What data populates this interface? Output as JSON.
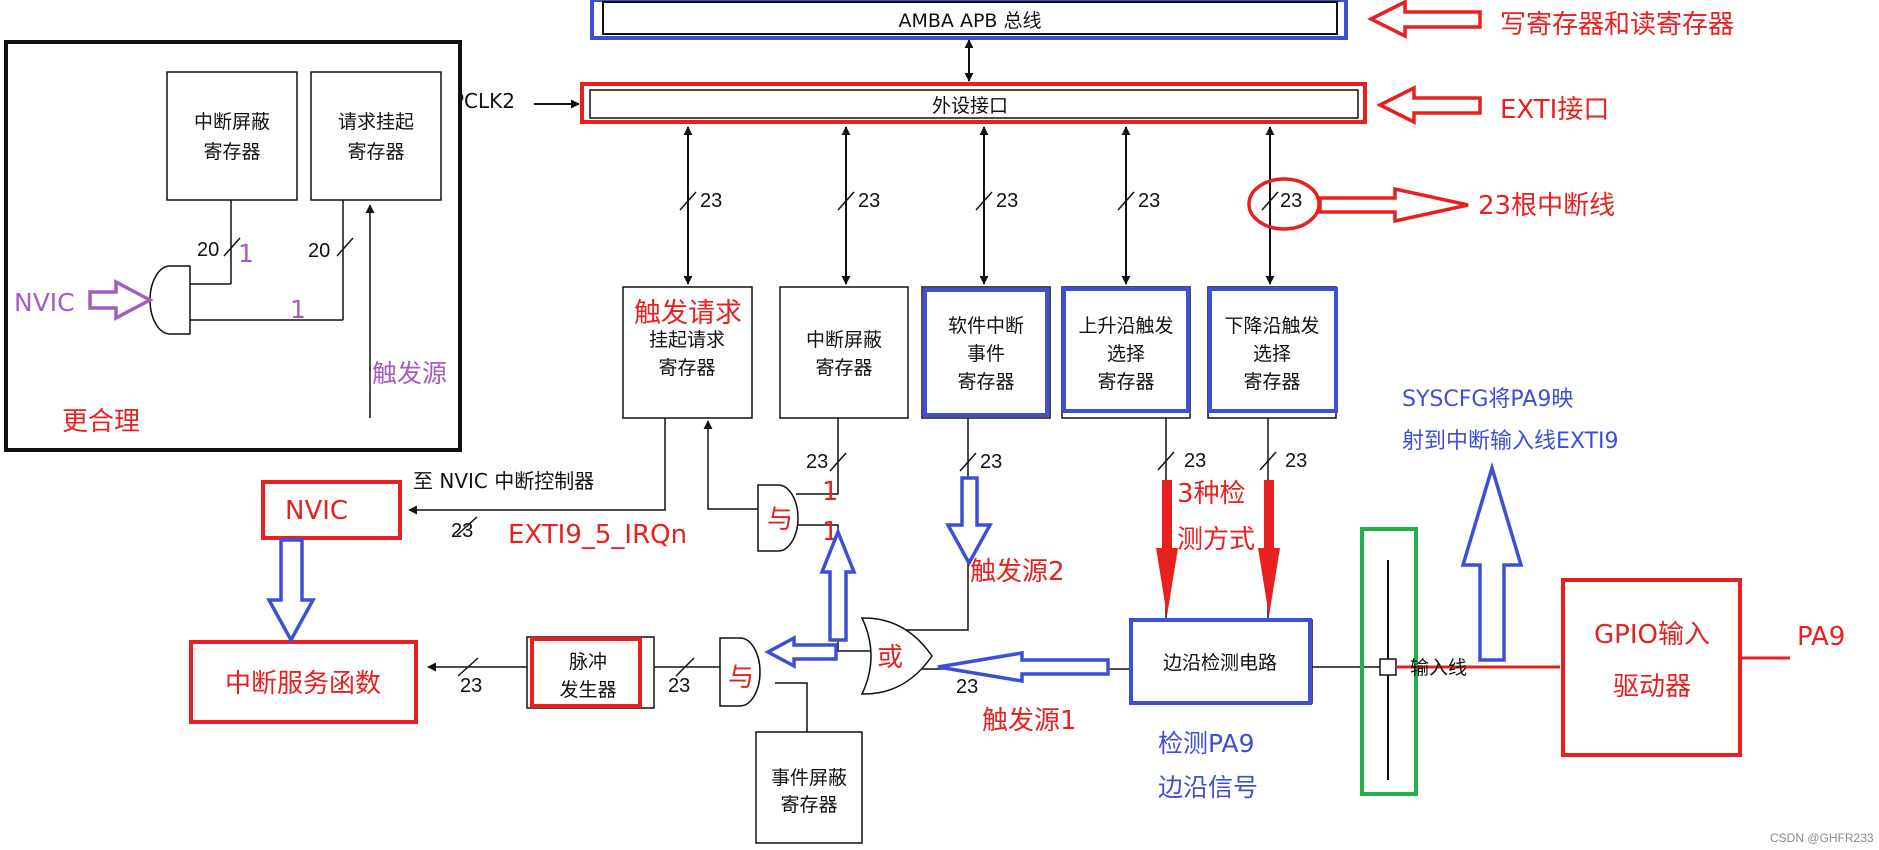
{
  "blocks": {
    "amba": "AMBA APB 总线",
    "peripheral": "外设接口",
    "pclk": "PCLK2",
    "pending_l1": "挂起请求",
    "pending_l2": "寄存器",
    "irq_mask_l1": "中断屏蔽",
    "irq_mask_l2": "寄存器",
    "swi_l1": "软件中断",
    "swi_l2": "事件",
    "swi_l3": "寄存器",
    "rising_l1": "上升沿触发",
    "rising_l2": "选择",
    "rising_l3": "寄存器",
    "falling_l1": "下降沿触发",
    "falling_l2": "选择",
    "falling_l3": "寄存器",
    "to_nvic": "至 NVIC 中断控制器",
    "pulse_l1": "脉冲",
    "pulse_l2": "发生器",
    "event_mask_l1": "事件屏蔽",
    "event_mask_l2": "寄存器",
    "edge_detect": "边沿检测电路",
    "input_line": "输入线",
    "and_gate": "与",
    "or_gate": "或"
  },
  "inset": {
    "mask_l1": "中断屏蔽",
    "mask_l2": "寄存器",
    "pending_l1": "请求挂起",
    "pending_l2": "寄存器",
    "bus_20a": "20",
    "bus_20b": "20",
    "one_a": "1",
    "one_b": "1",
    "nvic": "NVIC",
    "trigger_source": "触发源",
    "better": "更合理"
  },
  "bus_labels": [
    "23",
    "23",
    "23",
    "23",
    "23",
    "23",
    "23",
    "23",
    "23",
    "23",
    "23",
    "23",
    "23"
  ],
  "annotations": {
    "rw_regs": "写寄存器和读寄存器",
    "exti_if": "EXTI接口",
    "lines23": "23根中断线",
    "trigger_req": "触发请求",
    "nvic": "NVIC",
    "isr": "中断服务函数",
    "irqn": "EXTI9_5_IRQn",
    "and_one_a": "1",
    "and_one_b": "1",
    "trigger2": "触发源2",
    "trigger1": "触发源1",
    "three_modes_l1": "3种检",
    "three_modes_l2": "测方式",
    "detect_l1": "检测PA9",
    "detect_l2": "边沿信号",
    "syscfg_l1": "SYSCFG将PA9映",
    "syscfg_l2": "射到中断输入线EXTI9",
    "gpio_l1": "GPIO输入",
    "gpio_l2": "驱动器",
    "pa9": "PA9"
  },
  "watermark": "CSDN @GHFR233",
  "colors": {
    "red": "#e8201f",
    "blue": "#3d4fd6",
    "purple": "#a45cc0",
    "green": "#22b04b",
    "black": "#111111"
  }
}
